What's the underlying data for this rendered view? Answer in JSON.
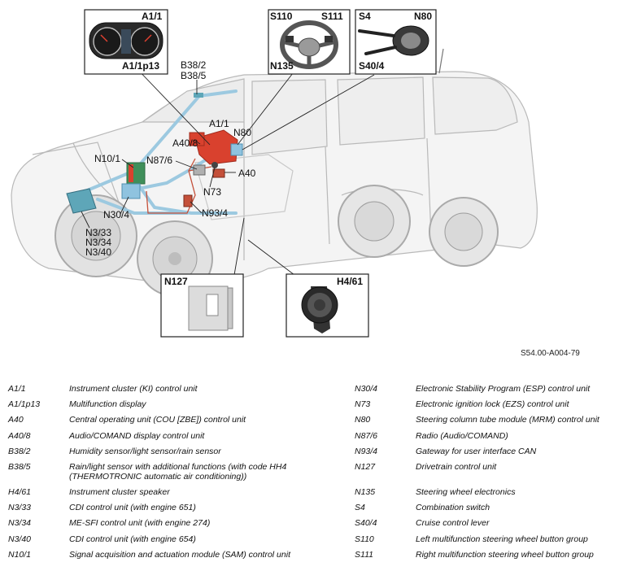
{
  "figure_ref": "S54.00-A004-79",
  "inset_labels": {
    "a1_1": "A1/1",
    "a1_1p13": "A1/1p13",
    "s110": "S110",
    "s111": "S111",
    "n135": "N135",
    "s4": "S4",
    "n80": "N80",
    "s40_4": "S40/4",
    "n127": "N127",
    "h4_61": "H4/61"
  },
  "callouts": {
    "b38_2": "B38/2",
    "b38_5": "B38/5",
    "a1_1": "A1/1",
    "n80": "N80",
    "a40_8": "A40/8",
    "n10_1": "N10/1",
    "n87_6": "N87/6",
    "a40": "A40",
    "n73": "N73",
    "n30_4": "N30/4",
    "n93_4": "N93/4",
    "n3_33": "N3/33",
    "n3_34": "N3/34",
    "n3_40": "N3/40"
  },
  "legend_left": [
    {
      "code": "A1/1",
      "desc": "Instrument cluster (KI) control unit"
    },
    {
      "code": "A1/1p13",
      "desc": "Multifunction display"
    },
    {
      "code": "A40",
      "desc": "Central operating unit (COU [ZBE]) control unit"
    },
    {
      "code": "A40/8",
      "desc": "Audio/COMAND display control unit"
    },
    {
      "code": "B38/2",
      "desc": "Humidity sensor/light sensor/rain sensor"
    },
    {
      "code": "B38/5",
      "desc": "Rain/light sensor with additional functions (with code HH4 (THERMOTRONIC automatic air conditioning))"
    },
    {
      "code": "H4/61",
      "desc": "Instrument cluster speaker"
    },
    {
      "code": "N3/33",
      "desc": "CDI control unit (with engine 651)"
    },
    {
      "code": "N3/34",
      "desc": "ME-SFI control unit (with engine 274)"
    },
    {
      "code": "N3/40",
      "desc": "CDI control unit (with engine 654)"
    },
    {
      "code": "N10/1",
      "desc": "Signal acquisition and actuation module (SAM) control unit"
    }
  ],
  "legend_right": [
    {
      "code": "N30/4",
      "desc": "Electronic Stability Program (ESP) control unit"
    },
    {
      "code": "N73",
      "desc": "Electronic ignition lock (EZS) control unit"
    },
    {
      "code": "N80",
      "desc": "Steering column tube module (MRM) control unit"
    },
    {
      "code": "N87/6",
      "desc": "Radio (Audio/COMAND)"
    },
    {
      "code": "N93/4",
      "desc": "Gateway for user interface CAN"
    },
    {
      "code": "N127",
      "desc": "Drivetrain control unit"
    },
    {
      "code": "N135",
      "desc": "Steering wheel electronics"
    },
    {
      "code": "S4",
      "desc": "Combination switch"
    },
    {
      "code": "S40/4",
      "desc": "Cruise control lever"
    },
    {
      "code": "S110",
      "desc": "Left multifunction steering wheel button group"
    },
    {
      "code": "S111",
      "desc": "Right multifunction steering wheel button group"
    }
  ],
  "colors": {
    "control_unit_red": "#d9412e",
    "control_unit_blue": "#8fc3df",
    "control_unit_teal": "#5ea6b8",
    "control_unit_green": "#3f8f5a",
    "wiring_blue": "#9cc9e0",
    "wiring_red": "#c4503a"
  }
}
